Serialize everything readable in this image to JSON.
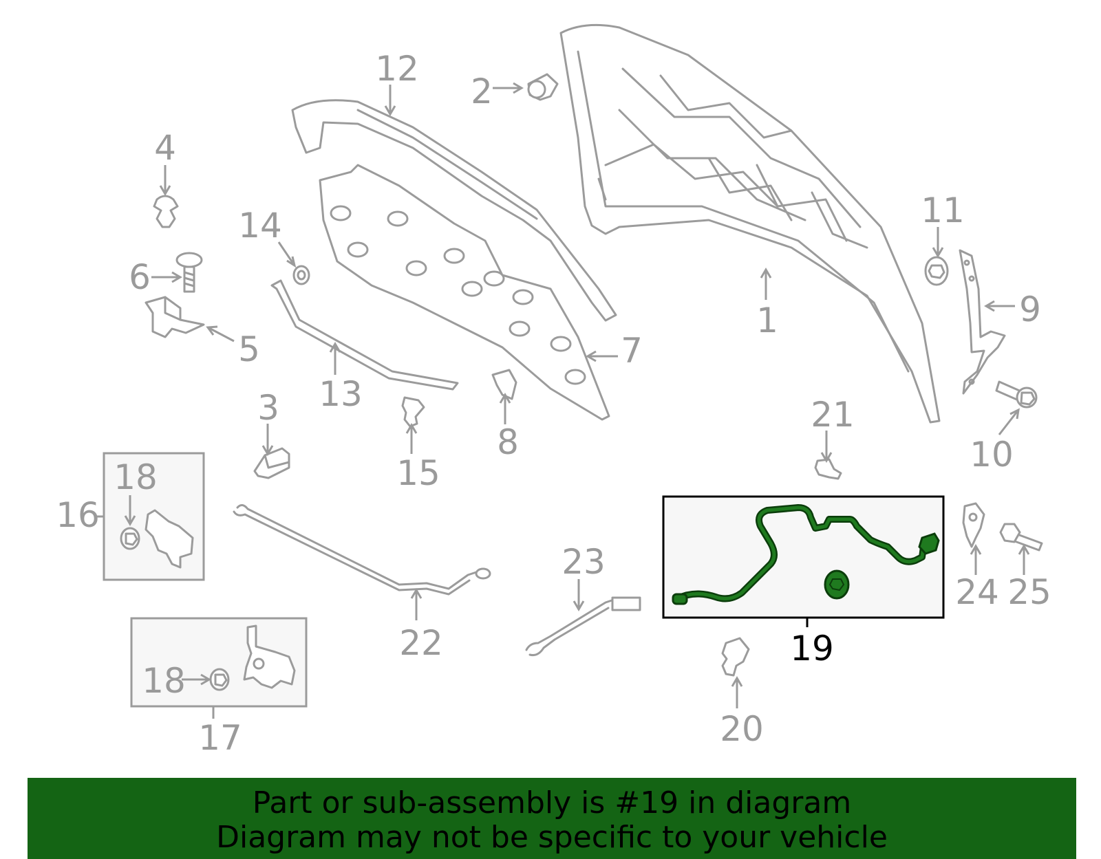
{
  "diagram": {
    "highlight_color": "#146414",
    "highlighted_part": "19",
    "callouts": [
      "1",
      "2",
      "3",
      "4",
      "5",
      "6",
      "7",
      "8",
      "9",
      "10",
      "11",
      "12",
      "13",
      "14",
      "15",
      "16",
      "17",
      "18",
      "18",
      "19",
      "20",
      "21",
      "22",
      "23",
      "24",
      "25"
    ],
    "labels": {
      "p1": "1",
      "p2": "2",
      "p3": "3",
      "p4": "4",
      "p5": "5",
      "p6": "6",
      "p7": "7",
      "p8": "8",
      "p9": "9",
      "p10": "10",
      "p11": "11",
      "p12": "12",
      "p13": "13",
      "p14": "14",
      "p15": "15",
      "p16": "16",
      "p17": "17",
      "p18a": "18",
      "p18b": "18",
      "p19": "19",
      "p20": "20",
      "p21": "21",
      "p22": "22",
      "p23": "23",
      "p24": "24",
      "p25": "25"
    }
  },
  "banner": {
    "line1": "Part or sub-assembly is #19 in diagram",
    "line2": "Diagram may not be specific to your vehicle",
    "background": "#146414"
  }
}
